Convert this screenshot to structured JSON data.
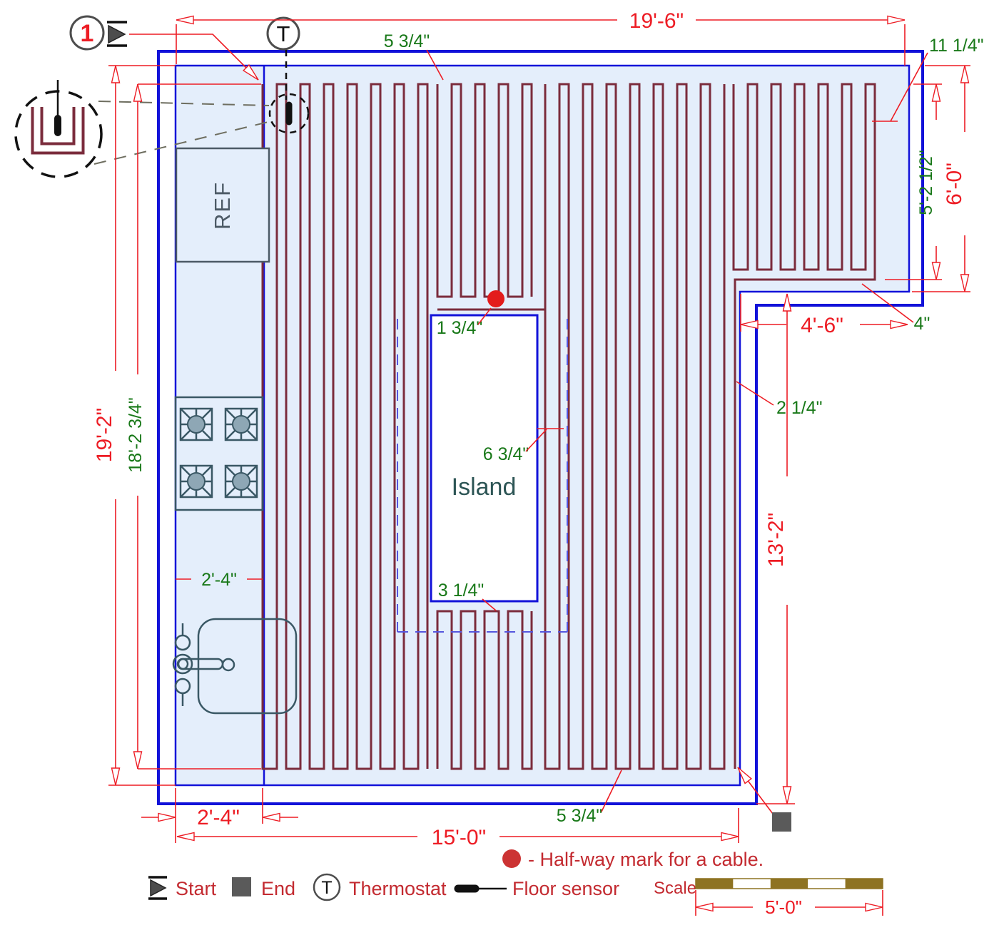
{
  "drawing": {
    "detail_number": "1",
    "thermostat_symbol": "T",
    "ref_label": "REF",
    "island_label": "Island"
  },
  "dimensions": {
    "top_width": "19'-6\"",
    "cable_spacing_top": "5 3/4\"",
    "top_right_gap": "11 1/4\"",
    "upper_right_cable_height": "5'-2 1/2\"",
    "upper_right_height": "6'-0\"",
    "notch_width": "4'-6\"",
    "notch_gap": "4\"",
    "corner_cable_gap": "2 1/4\"",
    "lower_right_height": "13'-2\"",
    "left_height": "19'-2\"",
    "left_cable_height": "18'-2 3/4\"",
    "counter_width": "2'-4\"",
    "island_top_gap": "1 3/4\"",
    "island_right_gap": "6 3/4\"",
    "island_bottom_gap": "3 1/4\"",
    "counter_width_bottom": "2'-4\"",
    "bottom_width": "15'-0\"",
    "cable_spacing_bottom": "5 3/4\"",
    "scale_length": "5'-0\""
  },
  "legend": {
    "start": "Start",
    "end": "End",
    "thermostat": "Thermostat",
    "floor_sensor": "Floor sensor",
    "halfway_note": "- Half-way mark for a cable.",
    "scale_label": "Scale"
  }
}
